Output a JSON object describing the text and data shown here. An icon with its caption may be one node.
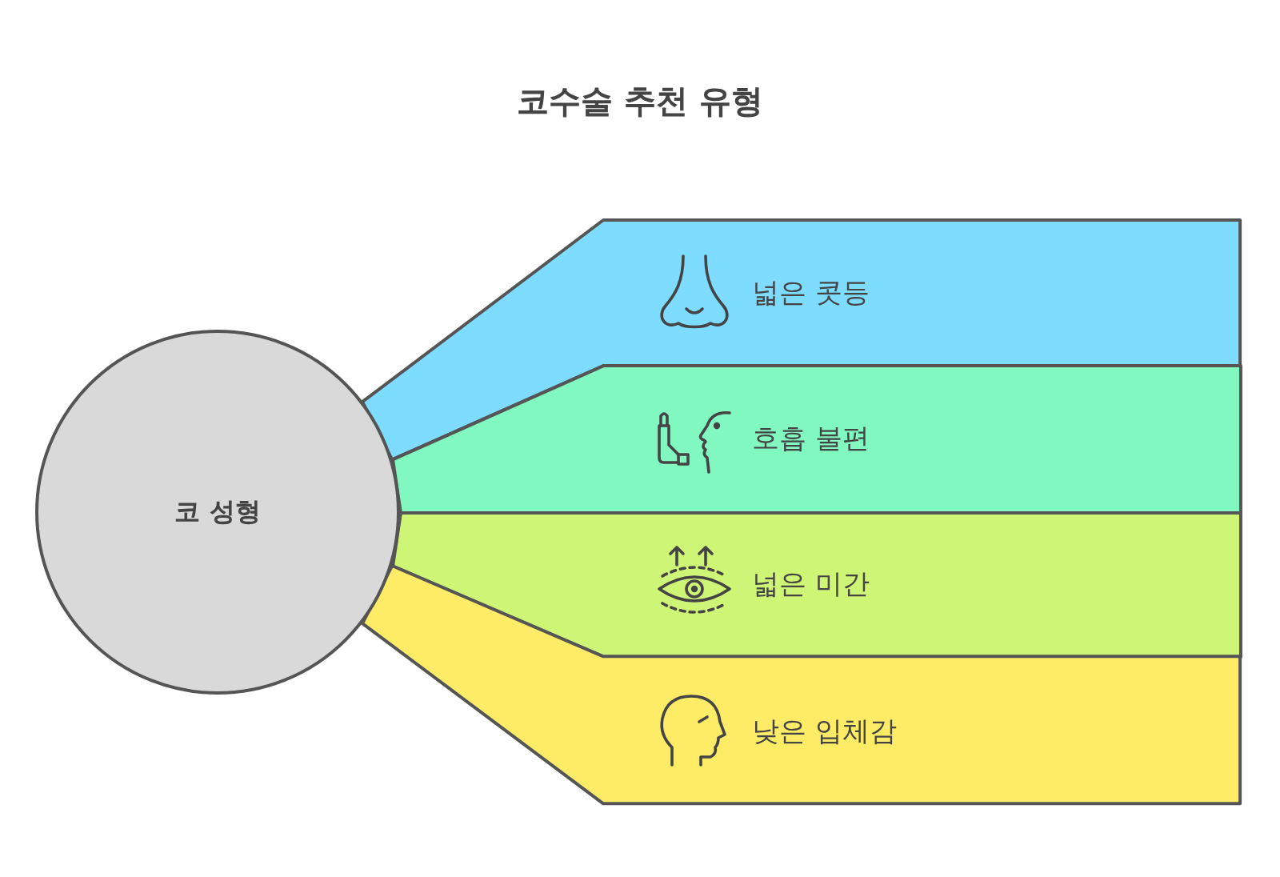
{
  "diagram": {
    "title": "코수술 추천 유형",
    "nodes": [
      {
        "text": [
          "코 성형"
        ]
      },
      {
        "text": [
          "넓은 콧등"
        ]
      },
      {
        "text": [
          "호흡 불편"
        ]
      },
      {
        "text": [
          "넓은 미간"
        ]
      },
      {
        "text": [
          "낮은 입체감"
        ]
      }
    ]
  }
}
